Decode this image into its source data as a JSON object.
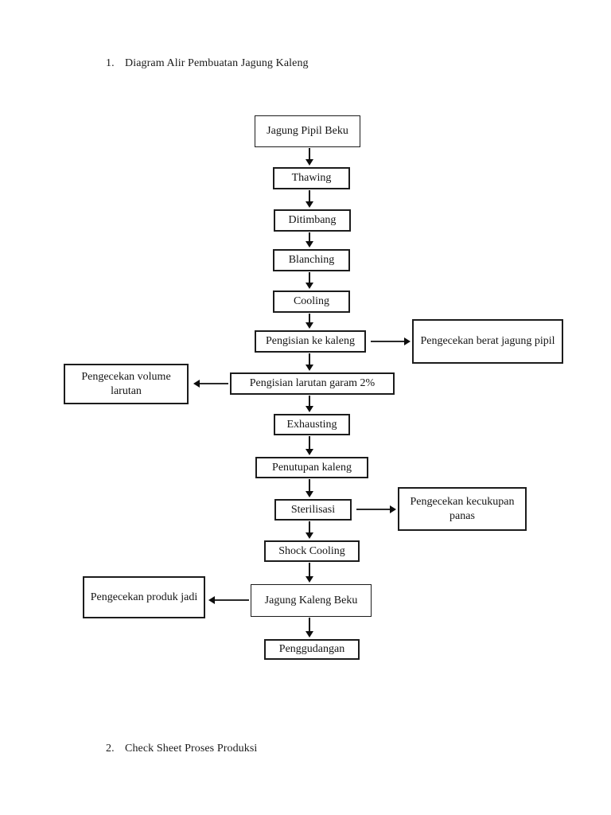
{
  "sections": [
    {
      "number": "1.",
      "title": "Diagram Alir Pembuatan Jagung Kaleng"
    },
    {
      "number": "2.",
      "title": "Check Sheet Proses Produksi"
    }
  ],
  "flowchart": {
    "nodes": [
      {
        "label": "Jagung Pipil Beku"
      },
      {
        "label": "Thawing"
      },
      {
        "label": "Ditimbang"
      },
      {
        "label": "Blanching"
      },
      {
        "label": "Cooling"
      },
      {
        "label": "Pengisian ke kaleng"
      },
      {
        "label": "Pengisian larutan garam 2%"
      },
      {
        "label": "Exhausting"
      },
      {
        "label": "Penutupan kaleng"
      },
      {
        "label": "Sterilisasi"
      },
      {
        "label": "Shock Cooling"
      },
      {
        "label": "Jagung Kaleng Beku"
      },
      {
        "label": "Penggudangan"
      }
    ],
    "checks": [
      {
        "label": "Pengecekan berat jagung pipil"
      },
      {
        "label": "Pengecekan volume larutan"
      },
      {
        "label": "Pengecekan kecukupan panas"
      },
      {
        "label": "Pengecekan produk jadi"
      }
    ],
    "colors": {
      "line": "#0d0d0d",
      "box_border": "#1c1c1c",
      "background": "#ffffff"
    }
  }
}
